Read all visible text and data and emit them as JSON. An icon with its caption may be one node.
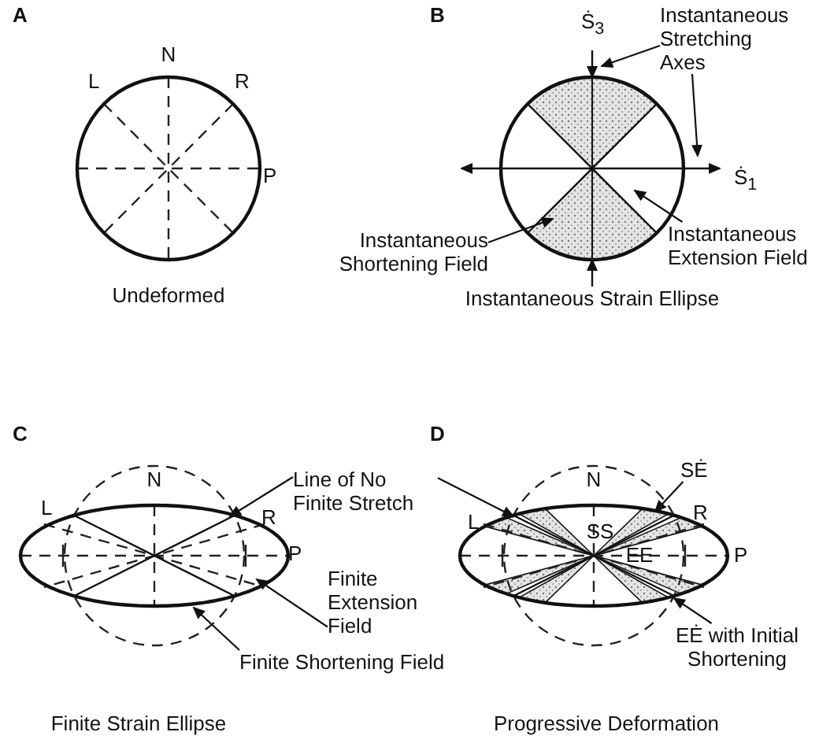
{
  "diagram": {
    "nodes": [
      {
        "text": [
          "Instantaneous Stretching Axes"
        ]
      },
      {
        "text": [
          "Instantaneous Shortening Field"
        ]
      },
      {
        "text": [
          "Instantaneous Extension Field"
        ]
      },
      {
        "text": [
          "Line of No Finite Stretch"
        ]
      },
      {
        "text": [
          "Finite Extension Field"
        ]
      },
      {
        "text": [
          "Finite Shortening Field"
        ]
      },
      {
        "text": [
          "SĖ"
        ]
      },
      {
        "text": [
          "EĖ with Initial Shortening"
        ]
      }
    ],
    "edges": [
      {
        "from": 0,
        "to": null,
        "arrow": "to"
      },
      {
        "from": 0,
        "to": null,
        "arrow": "to"
      },
      {
        "from": 1,
        "to": null,
        "arrow": "to"
      },
      {
        "from": 2,
        "to": null,
        "arrow": "to"
      },
      {
        "from": 3,
        "to": null,
        "arrow": "to"
      },
      {
        "from": 3,
        "to": null,
        "arrow": "to"
      },
      {
        "from": 4,
        "to": null,
        "arrow": "to"
      },
      {
        "from": 5,
        "to": null,
        "arrow": "to"
      },
      {
        "from": 6,
        "to": null,
        "arrow": "to"
      },
      {
        "from": 7,
        "to": null,
        "arrow": "to"
      }
    ],
    "labels": [
      "A",
      "B",
      "N",
      "Ṡ$_{3}$",
      "L",
      "R",
      "P",
      "Ṡ$_{1}$",
      "Undeformed",
      "Instantaneous Strain Ellipse",
      "C",
      "D",
      "N",
      "N",
      "L",
      "R",
      "P",
      "L",
      "SS",
      "R",
      "EE",
      "P",
      "Finite Strain Ellipse",
      "Progressive Deformation"
    ]
  }
}
